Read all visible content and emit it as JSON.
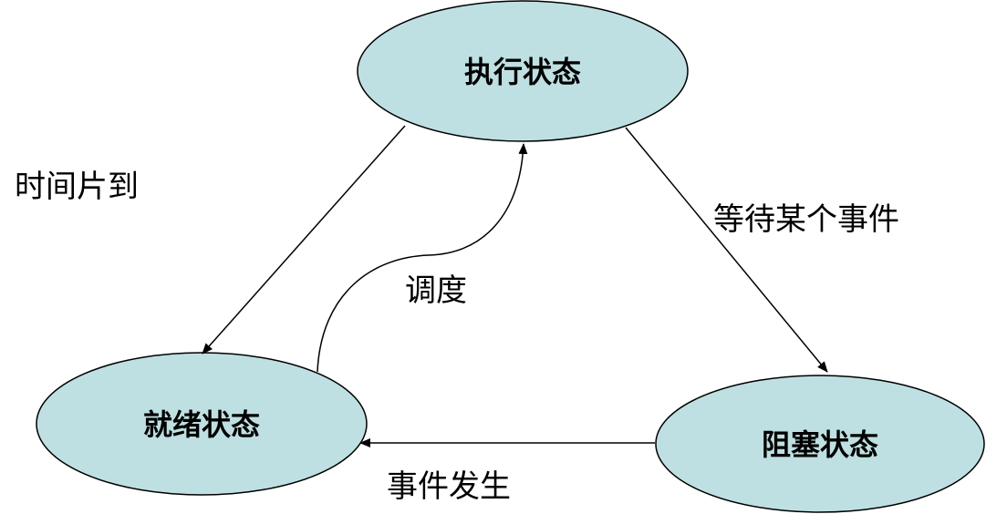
{
  "colors": {
    "state_fill": "#bfe0e2",
    "line": "#000000"
  },
  "states": {
    "running": {
      "label": "执行状态"
    },
    "ready": {
      "label": "就绪状态"
    },
    "blocked": {
      "label": "阻塞状态"
    }
  },
  "transitions": {
    "timeslice": {
      "label": "时间片到"
    },
    "dispatch": {
      "label": "调度"
    },
    "wait": {
      "label": "等待某个事件"
    },
    "event_occurs": {
      "label": "事件发生"
    }
  }
}
